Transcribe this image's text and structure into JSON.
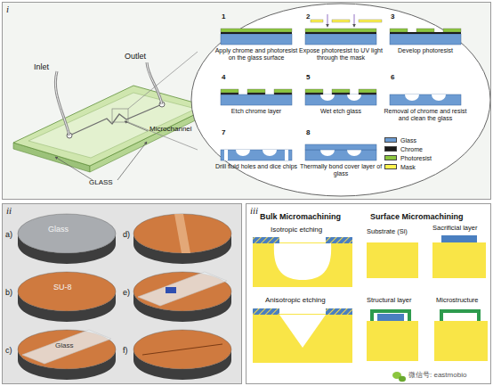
{
  "diagram": {
    "nodes": [
      {
        "text": [
          "i"
        ]
      },
      {
        "text": [
          "ii"
        ]
      },
      {
        "text": [
          "iii"
        ]
      }
    ],
    "labels": [
      "Inlet",
      "Outlet",
      "Microchannel",
      "GLASS",
      "1",
      "Apply chrome and photoresist on the glass surface",
      "2",
      "Expose photoresist to UV light through the mask",
      "3",
      "Develop photoresist",
      "4",
      "Etch chrome layer",
      "5",
      "Wet etch glass",
      "6",
      "Removal of chrome and resist and clean the glass",
      "7",
      "Drill fluid holes and dice chips",
      "8",
      "Thermally bond cover layer of glass",
      "a)",
      "Glass",
      "b)",
      "SU-8",
      "c)",
      "Glass",
      "d)",
      "e)",
      "f)",
      "Bulk Micromachining",
      "Surface Micromachining",
      "Isotropic etching",
      "Anisotropic etching",
      "Substrate (Si)",
      "Sacrificial layer",
      "Structural layer",
      "Microstructure",
      "微信号: eastmobio"
    ],
    "legend": [
      {
        "text": "Glass",
        "color": "#6c9bd2"
      },
      {
        "text": "Chrome",
        "color": "#1a1a1a"
      },
      {
        "text": "Photoresist",
        "color": "#8cc63f"
      },
      {
        "text": "Mask",
        "color": "#fff44f"
      }
    ]
  }
}
